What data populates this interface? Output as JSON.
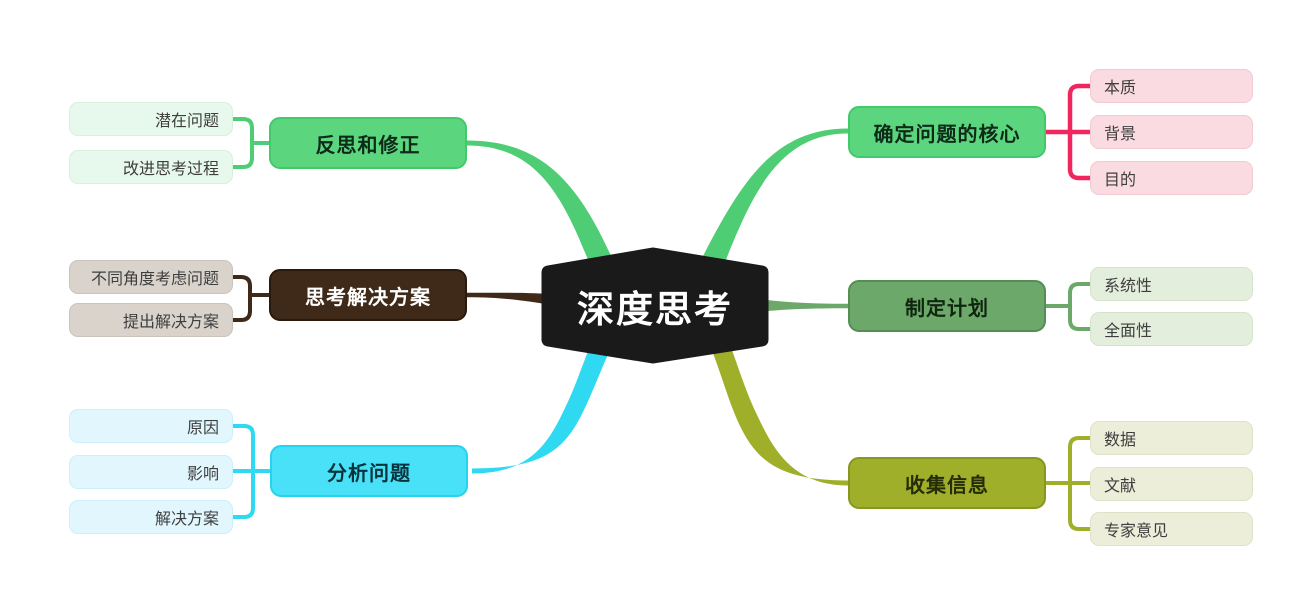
{
  "canvas": {
    "background": "#FFFFFF"
  },
  "center": {
    "label": "深度思考",
    "fill": "#1A1A1A",
    "text_color": "#FFFFFF",
    "shape": "hexagon"
  },
  "branches": [
    {
      "label": "反思和修正",
      "side": "left",
      "position": "top",
      "node_fill": "#5CD57F",
      "node_border": "#41C96A",
      "node_text": "#0E2B18",
      "child_fill": "#E7F8EC",
      "connector_color": "#4ECD74",
      "children": [
        "潜在问题",
        "改进思考过程"
      ]
    },
    {
      "label": "思考解决方案",
      "side": "left",
      "position": "middle",
      "node_fill": "#3F2A1A",
      "node_border": "#2A1A0D",
      "node_text": "#FFFFFF",
      "child_fill": "#D9D3CC",
      "connector_color": "#3F2A1A",
      "children": [
        "不同角度考虑问题",
        "提出解决方案"
      ]
    },
    {
      "label": "分析问题",
      "side": "left",
      "position": "bottom",
      "node_fill": "#48E1F8",
      "node_border": "#25D3EE",
      "node_text": "#07333D",
      "child_fill": "#E1F7FD",
      "connector_color": "#30D9F2",
      "children": [
        "原因",
        "影响",
        "解决方案"
      ]
    },
    {
      "label": "确定问题的核心",
      "side": "right",
      "position": "top",
      "node_fill": "#5CD57F",
      "node_border": "#41C96A",
      "node_text": "#0E2B18",
      "child_fill": "#FADBE2",
      "connector_color": "#4ECD74",
      "child_connector_color": "#F1265F",
      "children": [
        "本质",
        "背景",
        "目的"
      ]
    },
    {
      "label": "制定计划",
      "side": "right",
      "position": "middle",
      "node_fill": "#6CA869",
      "node_border": "#568D54",
      "node_text": "#0F260F",
      "child_fill": "#E4EEDC",
      "connector_color": "#6CA869",
      "children": [
        "系统性",
        "全面性"
      ]
    },
    {
      "label": "收集信息",
      "side": "right",
      "position": "bottom",
      "node_fill": "#9FAF29",
      "node_border": "#869621",
      "node_text": "#262C06",
      "child_fill": "#ECEEDA",
      "connector_color": "#9FAF29",
      "children": [
        "数据",
        "文献",
        "专家意见"
      ]
    }
  ]
}
